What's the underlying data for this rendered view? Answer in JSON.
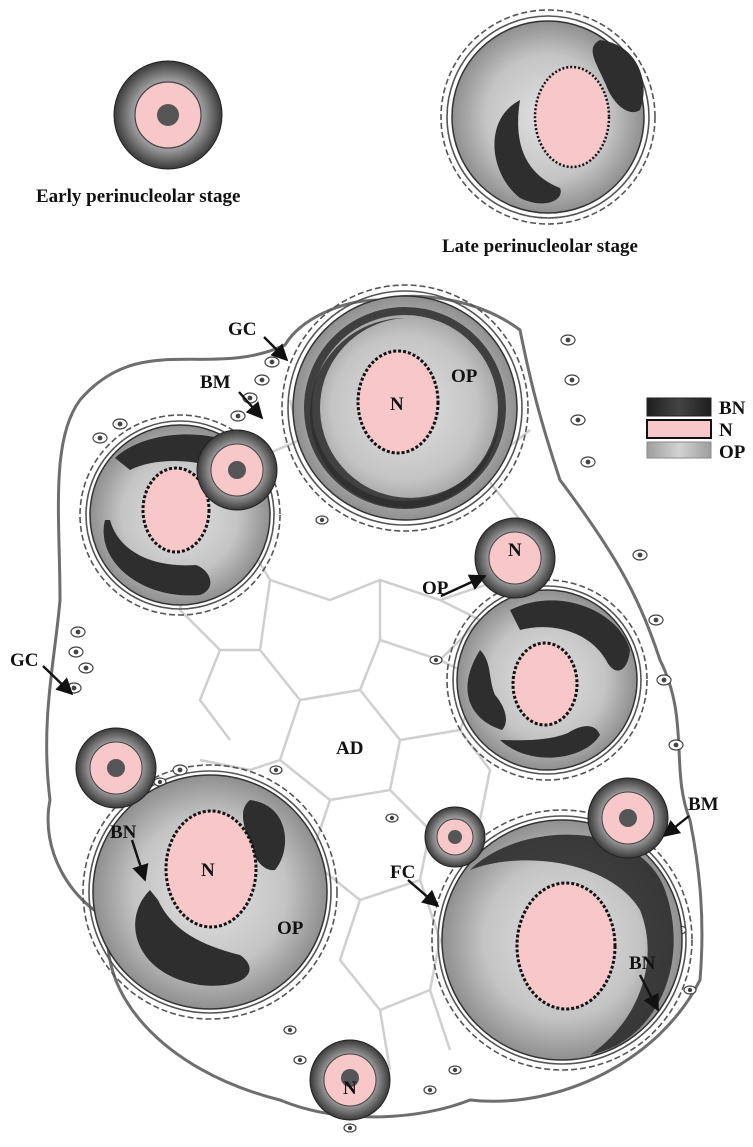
{
  "stages": {
    "early": "Early perinucleolar stage",
    "late": "Late perinucleolar stage"
  },
  "legend": [
    {
      "key": "BN",
      "color": "#2e2e2e"
    },
    {
      "key": "N",
      "color": "#f7c7c9"
    },
    {
      "key": "OP",
      "color": "#b7b7b7"
    }
  ],
  "labels": {
    "gc": "GC",
    "bm": "BM",
    "op": "OP",
    "n": "N",
    "bn": "BN",
    "fc": "FC",
    "ad": "AD"
  },
  "colors": {
    "bn": "#2e2e2e",
    "nucleus": "#f7c7c9",
    "ooplasm": "#b7b7b7",
    "outline": "#5a5a5a",
    "adipose": "#cfcfcf"
  }
}
